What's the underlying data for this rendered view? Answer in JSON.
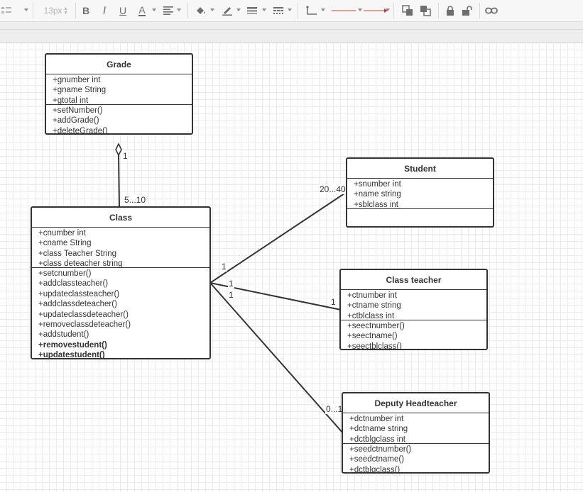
{
  "toolbar": {
    "font_size": "13px",
    "bold_label": "B",
    "italic_label": "I",
    "underline_label": "U",
    "font_color_label": "A"
  },
  "diagram": {
    "classes": {
      "grade": {
        "name": "Grade",
        "attributes": [
          "+gnumber int",
          "+gname String",
          "+gtotal int"
        ],
        "methods": [
          "+setNumber()",
          "+addGrade()",
          "+deleteGrade()"
        ]
      },
      "class": {
        "name": "Class",
        "attributes": [
          "+cnumber int",
          "+cname String",
          "+class Teacher String",
          "+class deteacher string"
        ],
        "methods": [
          "+setcnumber()",
          "+addclassteacher()",
          "+updateclassteacher()",
          "+addclassdeteacher()",
          "+updateclassdeteacher()",
          "+removeclassdeteacher()",
          "+addstudent()",
          "+removestudent()",
          "+updatestudent()"
        ]
      },
      "student": {
        "name": "Student",
        "attributes": [
          "+snumber int",
          "+name string",
          "+sblclass int"
        ],
        "methods": []
      },
      "class_teacher": {
        "name": "Class teacher",
        "attributes": [
          "+ctnumber int",
          "+ctname string",
          "+ctblclass int"
        ],
        "methods": [
          "+seectnumber()",
          "+seectname()",
          "+seectblclass()"
        ]
      },
      "deputy_headteacher": {
        "name": "Deputy Headteacher",
        "attributes": [
          "+dctnumber int",
          "+dctname string",
          "+dctblgclass int"
        ],
        "methods": [
          "+seedctnumber()",
          "+seedctname()",
          "+dctblgclass()"
        ]
      }
    },
    "multiplicities": {
      "grade_end": "1",
      "class_grade_end": "5...10",
      "student_end": "20...40",
      "class_student_end": "1",
      "class_teacher_side": "1",
      "class_teacher_end": "1",
      "class_deputy_side": "1",
      "deputy_end": "0...1"
    }
  }
}
